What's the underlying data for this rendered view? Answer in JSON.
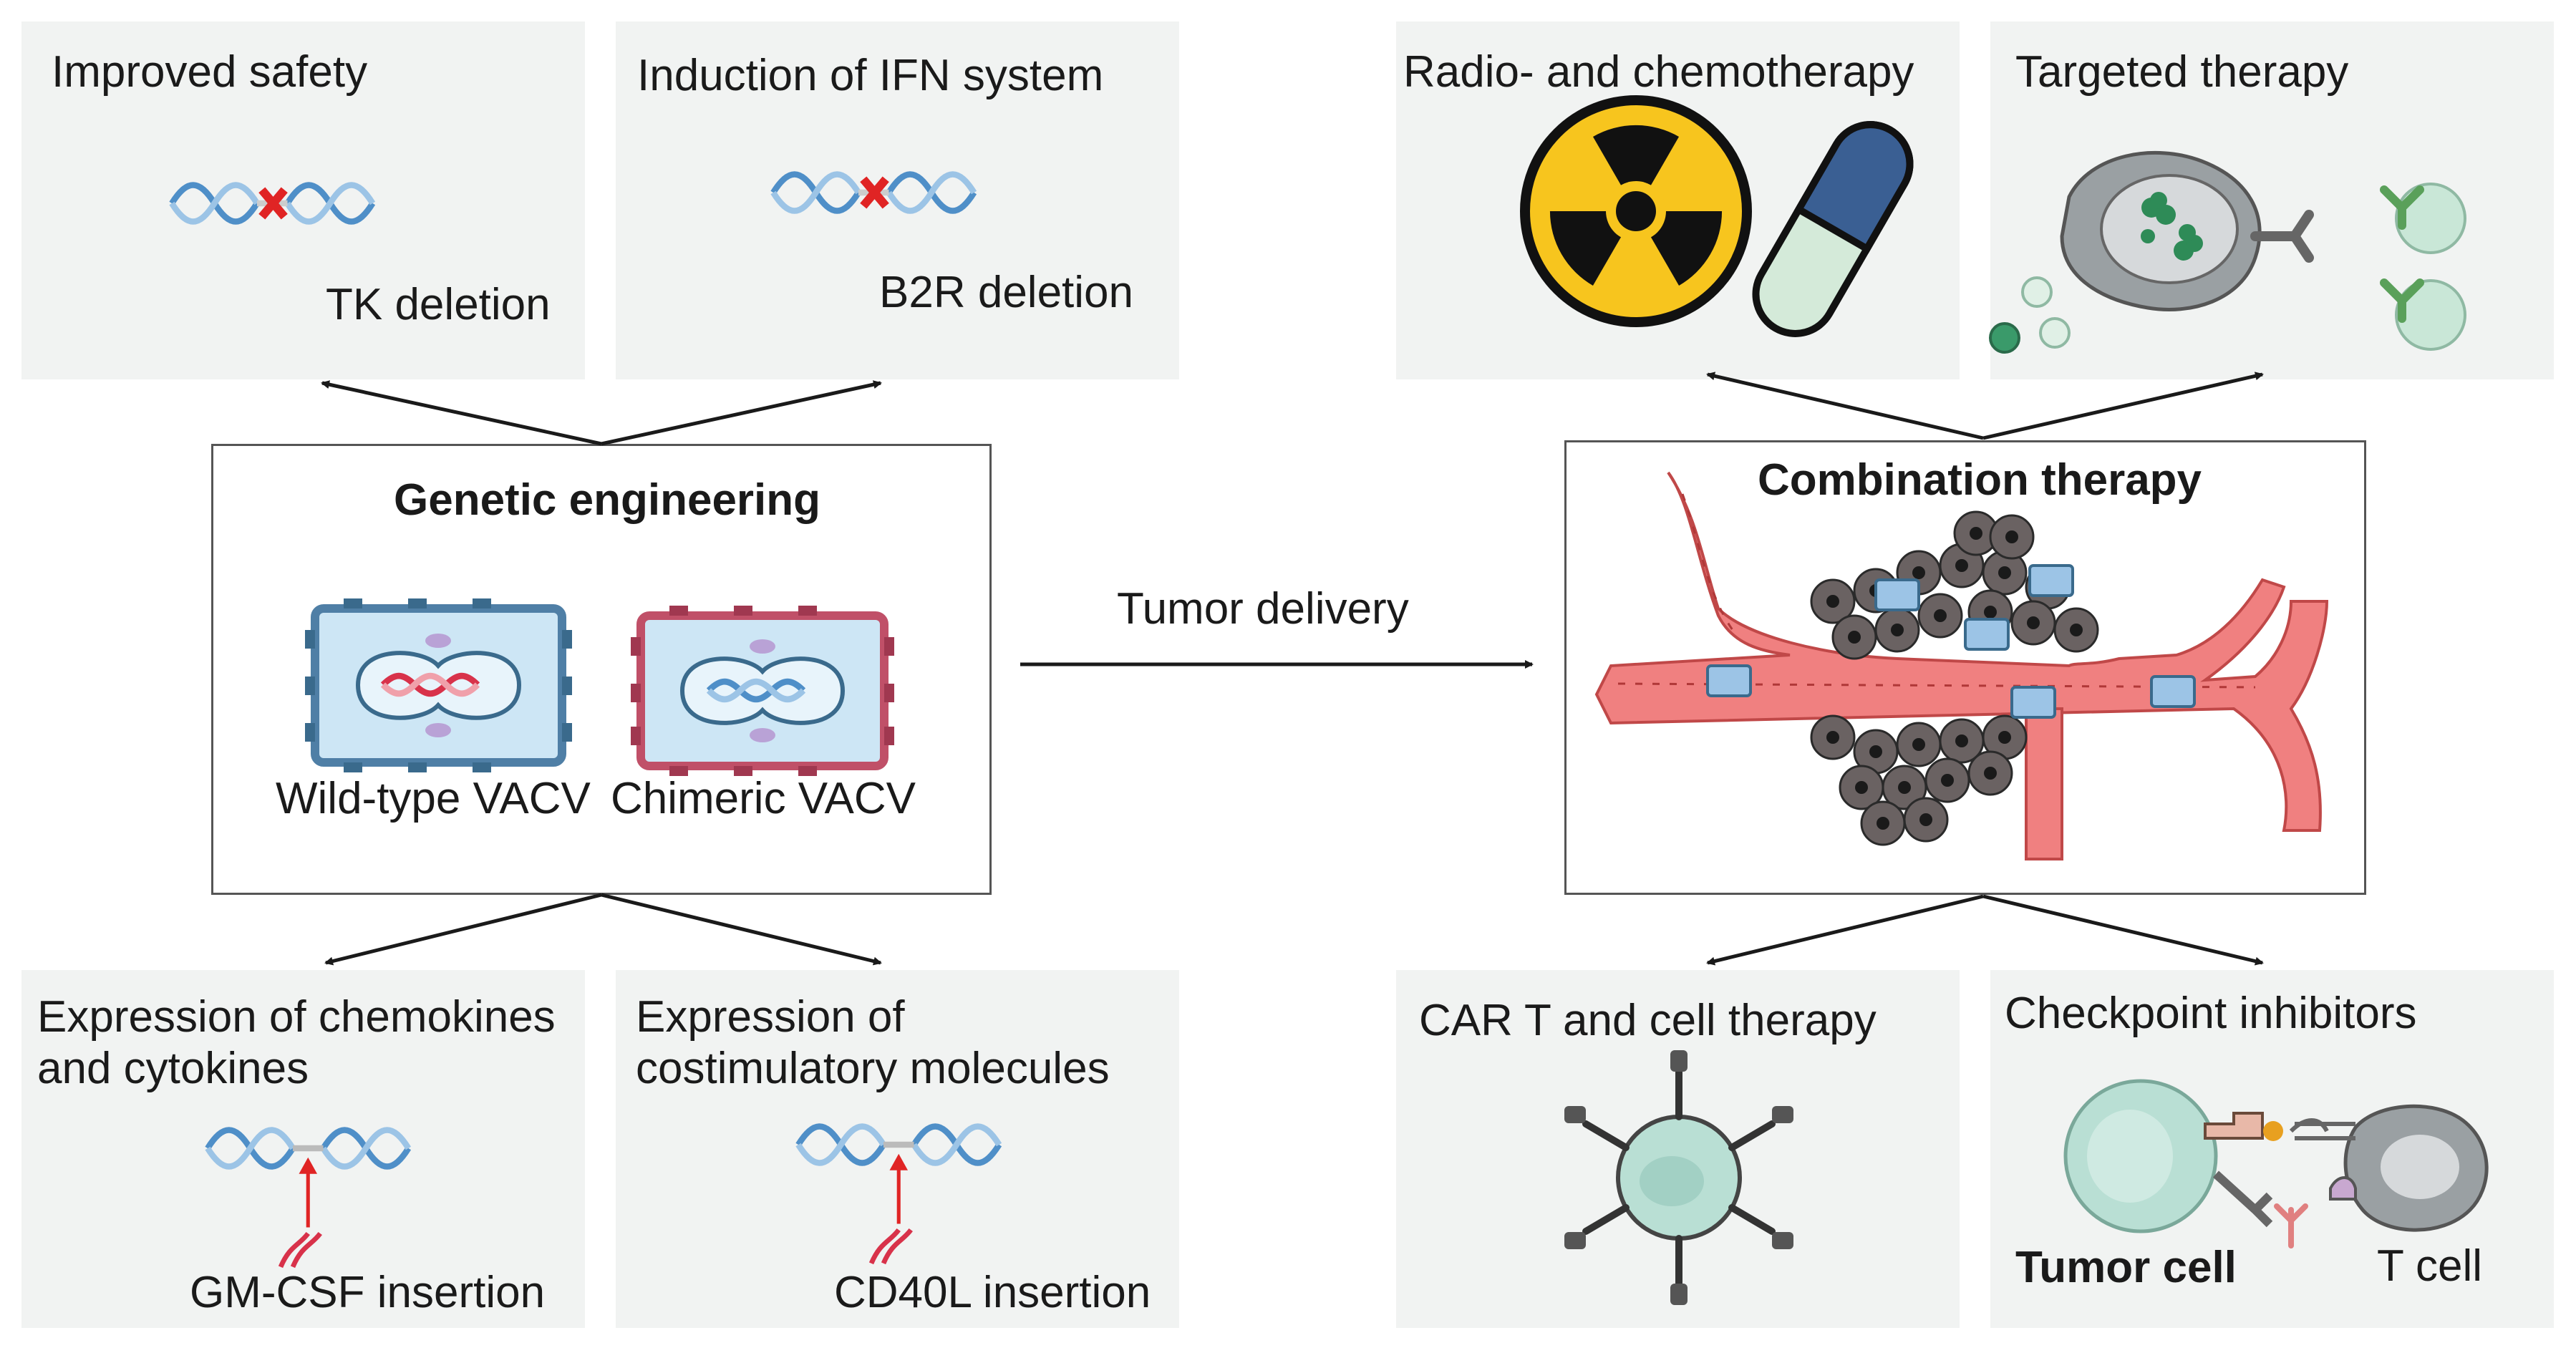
{
  "top_left_panels": [
    {
      "title": "Improved safety",
      "caption": "TK deletion"
    },
    {
      "title": "Induction of IFN system",
      "caption": "B2R deletion"
    }
  ],
  "bottom_left_panels": [
    {
      "title_line1": "Expression of chemokines",
      "title_line2": "and cytokines",
      "caption": "GM-CSF insertion"
    },
    {
      "title_line1": "Expression of",
      "title_line2": "costimulatory molecules",
      "caption": "CD40L insertion"
    }
  ],
  "genetic_engineering": {
    "title": "Genetic engineering",
    "wildtype_label": "Wild-type VACV",
    "chimeric_label": "Chimeric VACV"
  },
  "tumor_delivery_label": "Tumor delivery",
  "combination_therapy": {
    "title": "Combination therapy"
  },
  "top_right_panels": [
    {
      "title": "Radio- and chemotherapy"
    },
    {
      "title": "Targeted therapy"
    }
  ],
  "bottom_right_panels": [
    {
      "title": "CAR T and cell therapy"
    },
    {
      "title": "Checkpoint inhibitors",
      "tumor_cell_label": "Tumor cell",
      "t_cell_label": "T cell"
    }
  ],
  "colors": {
    "panel_bg": "#f1f3f2",
    "dna_blue": "#4f8fc8",
    "dna_red": "#d8324a",
    "vessel": "#f08080",
    "tumor_cell": "#5a5352",
    "radiation_yellow": "#f7c51e",
    "pill_blue": "#3a5f93",
    "pill_green": "#d4ead9",
    "cell_green": "#b9dfd4"
  }
}
